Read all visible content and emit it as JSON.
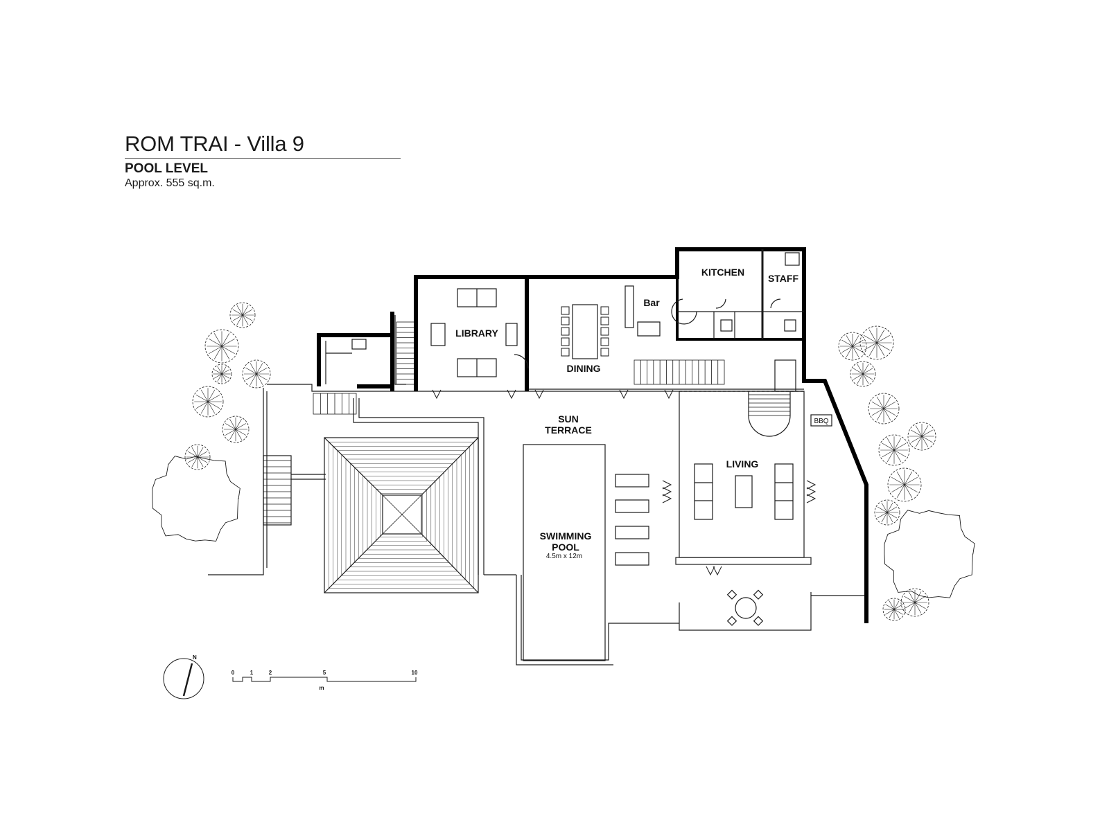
{
  "header": {
    "title": "ROM TRAI - Villa 9",
    "subtitle": "POOL LEVEL",
    "area": "Approx. 555 sq.m."
  },
  "rooms": {
    "kitchen": "KITCHEN",
    "staff": "STAFF",
    "bar": "Bar",
    "library": "LIBRARY",
    "dining": "DINING",
    "sun_terrace_1": "SUN",
    "sun_terrace_2": "TERRACE",
    "bbq": "BBQ",
    "living": "LIVING",
    "pool_1": "SWIMMING",
    "pool_2": "POOL",
    "pool_size": "4.5m x 12m"
  },
  "scale_bar": {
    "ticks": [
      "0",
      "1",
      "2",
      "5",
      "10"
    ],
    "unit": "m"
  },
  "north_arrow": {
    "label": "N"
  },
  "colors": {
    "line": "#1a1a1a",
    "wall": "#000000",
    "background": "#ffffff"
  }
}
